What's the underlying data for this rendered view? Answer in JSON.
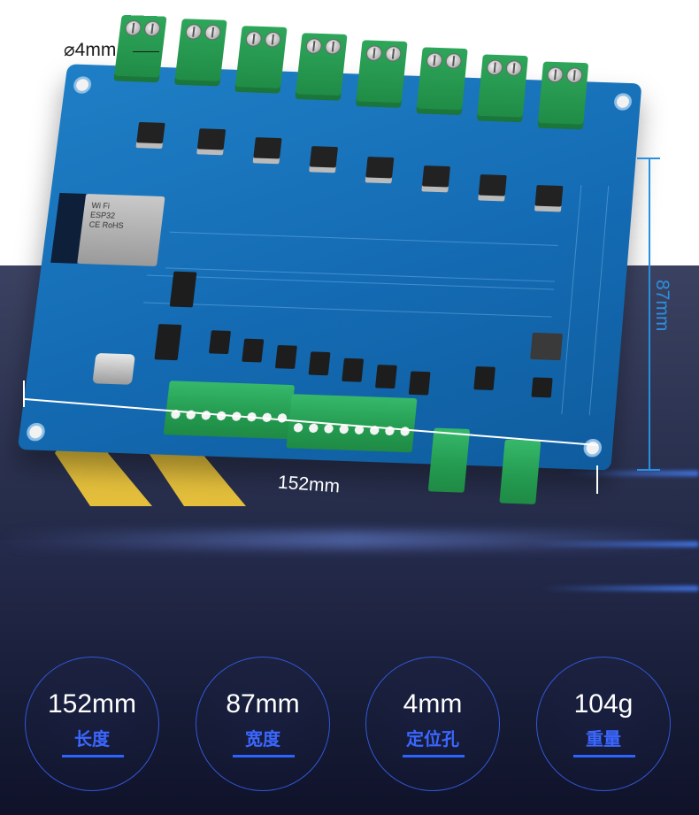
{
  "dimensions": {
    "hole_diameter": "⌀4mm",
    "length": "152mm",
    "width": "87mm"
  },
  "specs": [
    {
      "value": "152mm",
      "label": "长度"
    },
    {
      "value": "87mm",
      "label": "宽度"
    },
    {
      "value": "4mm",
      "label": "定位孔"
    },
    {
      "value": "104g",
      "label": "重量"
    }
  ],
  "colors": {
    "pcb": "#146bb3",
    "terminal": "#239a4f",
    "accent_blue": "#2e63ff",
    "arrow_yellow": "#f4cc3a",
    "background_dark": "#171c36"
  }
}
